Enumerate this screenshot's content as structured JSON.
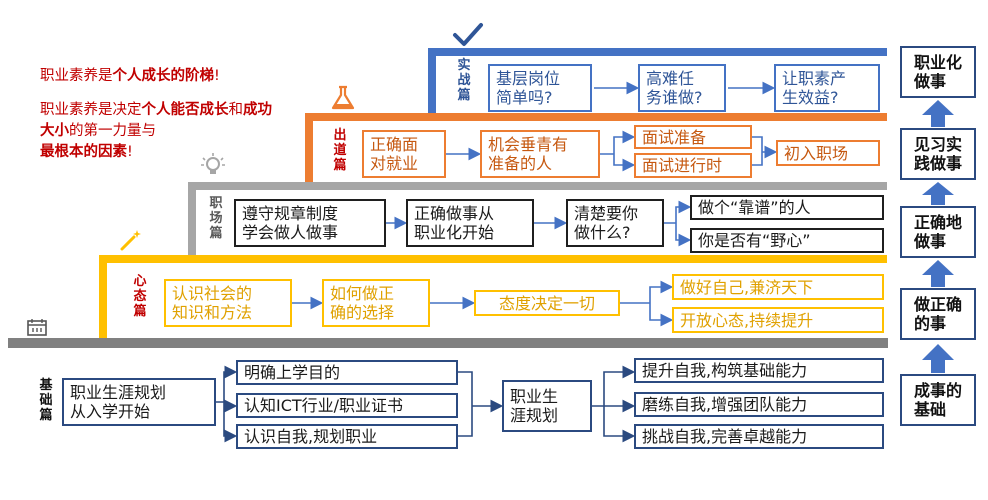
{
  "intro": {
    "line1_a": "职业素养是",
    "line1_b": "个人成长的阶梯",
    "line1_c": "!",
    "line2_a": "职业素养是决定",
    "line2_b": "个人能否成长",
    "line2_c": "和",
    "line2_d": "成功大小",
    "line2_e": "的第一力量与",
    "line3_a": "最根本的因素",
    "line3_b": "!"
  },
  "tiers": {
    "shizhan": {
      "label": "实战篇",
      "boxes": [
        "基层岗位\n简单吗?",
        "高难任\n务谁做?",
        "让职素产\n生效益?"
      ]
    },
    "chudao": {
      "label": "出道篇",
      "boxes": [
        "正确面\n对就业",
        "机会垂青有\n准备的人",
        "面试准备",
        "面试进行时",
        "初入职场"
      ]
    },
    "zhichang": {
      "label": "职场篇",
      "boxes": [
        "遵守规章制度\n学会做人做事",
        "正确做事从\n职业化开始",
        "清楚要你\n做什么?",
        "做个“靠谱”的人",
        "你是否有“野心”"
      ]
    },
    "xintai": {
      "label": "心态篇",
      "boxes": [
        "认识社会的\n知识和方法",
        "如何做正\n确的选择",
        "态度决定一切",
        "做好自己,兼济天下",
        "开放心态,持续提升"
      ]
    },
    "jichu": {
      "label": "基础篇",
      "boxes": [
        "职业生涯规划\n从入学开始",
        "明确上学目的",
        "认知ICT行业/职业证书",
        "认识自我,规划职业",
        "职业生\n涯规划",
        "提升自我,构筑基础能力",
        "磨练自我,增强团队能力",
        "挑战自我,完善卓越能力"
      ]
    }
  },
  "ladder": [
    "职业化\n做事",
    "见习实\n践做事",
    "正确地\n做事",
    "做正确\n的事",
    "成事的\n基础"
  ],
  "colors": {
    "blue": "#4472c4",
    "orange": "#ed7d31",
    "gray": "#a6a6a6",
    "yellow": "#ffc000",
    "red": "#c00000",
    "navy": "#2b4a80"
  }
}
